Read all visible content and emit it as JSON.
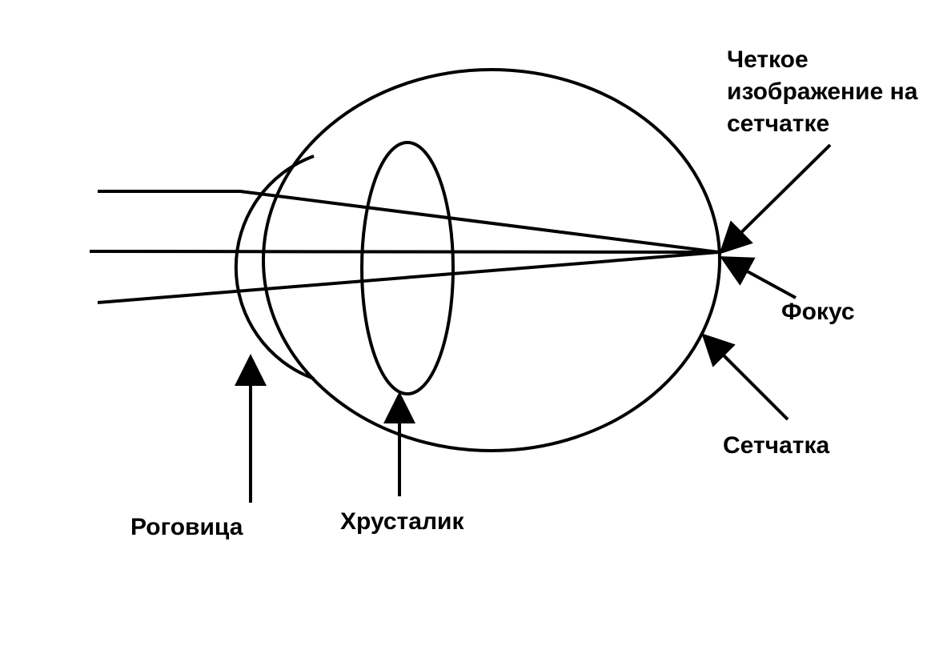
{
  "labels": {
    "sharp_image": "Четкое изображение на сетчатке",
    "focus": "Фокус",
    "retina": "Сетчатка",
    "cornea": "Роговица",
    "lens": "Хрусталик"
  },
  "colors": {
    "stroke": "#000000",
    "background": "#ffffff"
  }
}
